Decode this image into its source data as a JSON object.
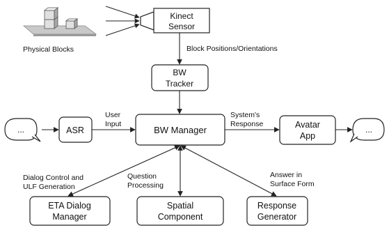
{
  "nodes": {
    "physical_blocks": "Physical Blocks",
    "kinect": [
      "Kinect",
      "Sensor"
    ],
    "bw_tracker": [
      "BW",
      "Tracker"
    ],
    "asr": "ASR",
    "bw_manager": "BW Manager",
    "avatar_app": [
      "Avatar",
      "App"
    ],
    "eta_dialog_manager": [
      "ETA Dialog",
      "Manager"
    ],
    "spatial_component": [
      "Spatial",
      "Component"
    ],
    "response_generator": [
      "Response",
      "Generator"
    ],
    "speech_in": "...",
    "speech_out": "..."
  },
  "edge_labels": {
    "block_positions": "Block Positions/Orientations",
    "user_input": [
      "User",
      "Input"
    ],
    "systems_response": [
      "System's",
      "Response"
    ],
    "dialog_control": [
      "Dialog Control and",
      "ULF Generation"
    ],
    "question_processing": [
      "Question",
      "Processing"
    ],
    "answer_surface": [
      "Answer in",
      "Surface Form"
    ]
  },
  "colors": {
    "stroke": "#222222",
    "box_fill": "#ffffff",
    "block_face": "#d9d9d9",
    "block_side": "#a6a6a6",
    "table_top": "#c9c9c9"
  }
}
